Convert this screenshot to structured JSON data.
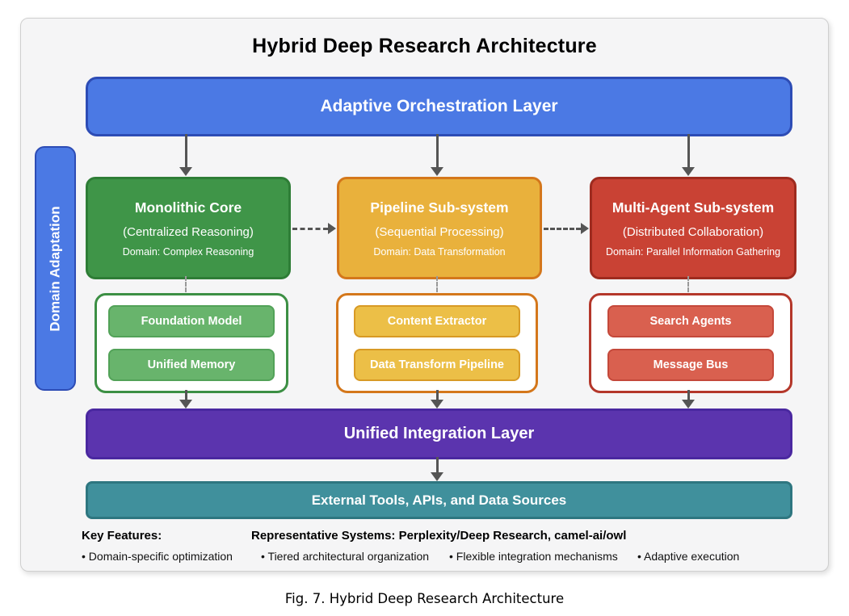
{
  "title": "Hybrid Deep Research Architecture",
  "orchestration": {
    "label": "Adaptive Orchestration Layer"
  },
  "domain_adaptation": {
    "label": "Domain Adaptation"
  },
  "subsystems": [
    {
      "title": "Monolithic Core",
      "subtitle": "(Centralized Reasoning)",
      "domain": "Domain: Complex Reasoning",
      "components": [
        "Foundation Model",
        "Unified Memory"
      ]
    },
    {
      "title": "Pipeline Sub-system",
      "subtitle": "(Sequential Processing)",
      "domain": "Domain: Data Transformation",
      "components": [
        "Content Extractor",
        "Data Transform Pipeline"
      ]
    },
    {
      "title": "Multi-Agent Sub-system",
      "subtitle": "(Distributed Collaboration)",
      "domain": "Domain: Parallel Information Gathering",
      "components": [
        "Search Agents",
        "Message Bus"
      ]
    }
  ],
  "integration": {
    "label": "Unified Integration Layer"
  },
  "external": {
    "label": "External Tools, APIs, and Data Sources"
  },
  "footer": {
    "key_features_label": "Key Features:",
    "representative_label": "Representative Systems: Perplexity/Deep Research, camel-ai/owl",
    "bullets": [
      "• Domain-specific optimization",
      "• Tiered architectural organization",
      "• Flexible integration mechanisms",
      "• Adaptive execution"
    ]
  },
  "caption": "Fig. 7. Hybrid Deep Research Architecture",
  "colors": {
    "blue_fill": "#4b79e4",
    "blue_border": "#2d4cb5",
    "green_fill": "#3f9548",
    "green_border": "#2e7d36",
    "green_chip": "#68b46c",
    "orange_fill": "#e9b13c",
    "orange_border": "#d4771b",
    "orange_chip": "#ecbf47",
    "red_fill": "#c94234",
    "red_border": "#9e2b1f",
    "red_chip": "#d9604f",
    "purple_fill": "#5b34ae",
    "teal_fill": "#40909c",
    "arrow": "#555555",
    "frame_bg": "#f5f5f6"
  }
}
